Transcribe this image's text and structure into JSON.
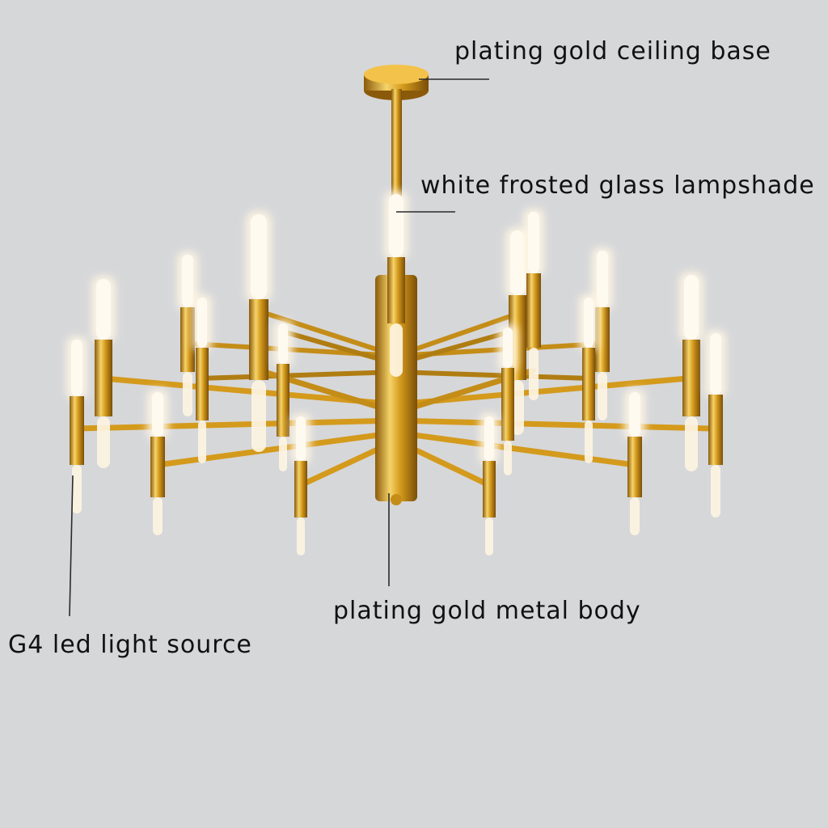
{
  "colors": {
    "background": "#d6d7d9",
    "gold_light": "#f6d36a",
    "gold_mid": "#d49a1c",
    "gold_dark": "#8a5a0a",
    "glow": "#fffaf0",
    "leader_line": "#2a2a2a",
    "label_text": "#111111"
  },
  "labels": {
    "ceiling_base": "plating gold ceiling base",
    "lampshade": "white frosted glass lampshade",
    "metal_body": "plating gold metal body",
    "light_source": "G4 led light source"
  }
}
